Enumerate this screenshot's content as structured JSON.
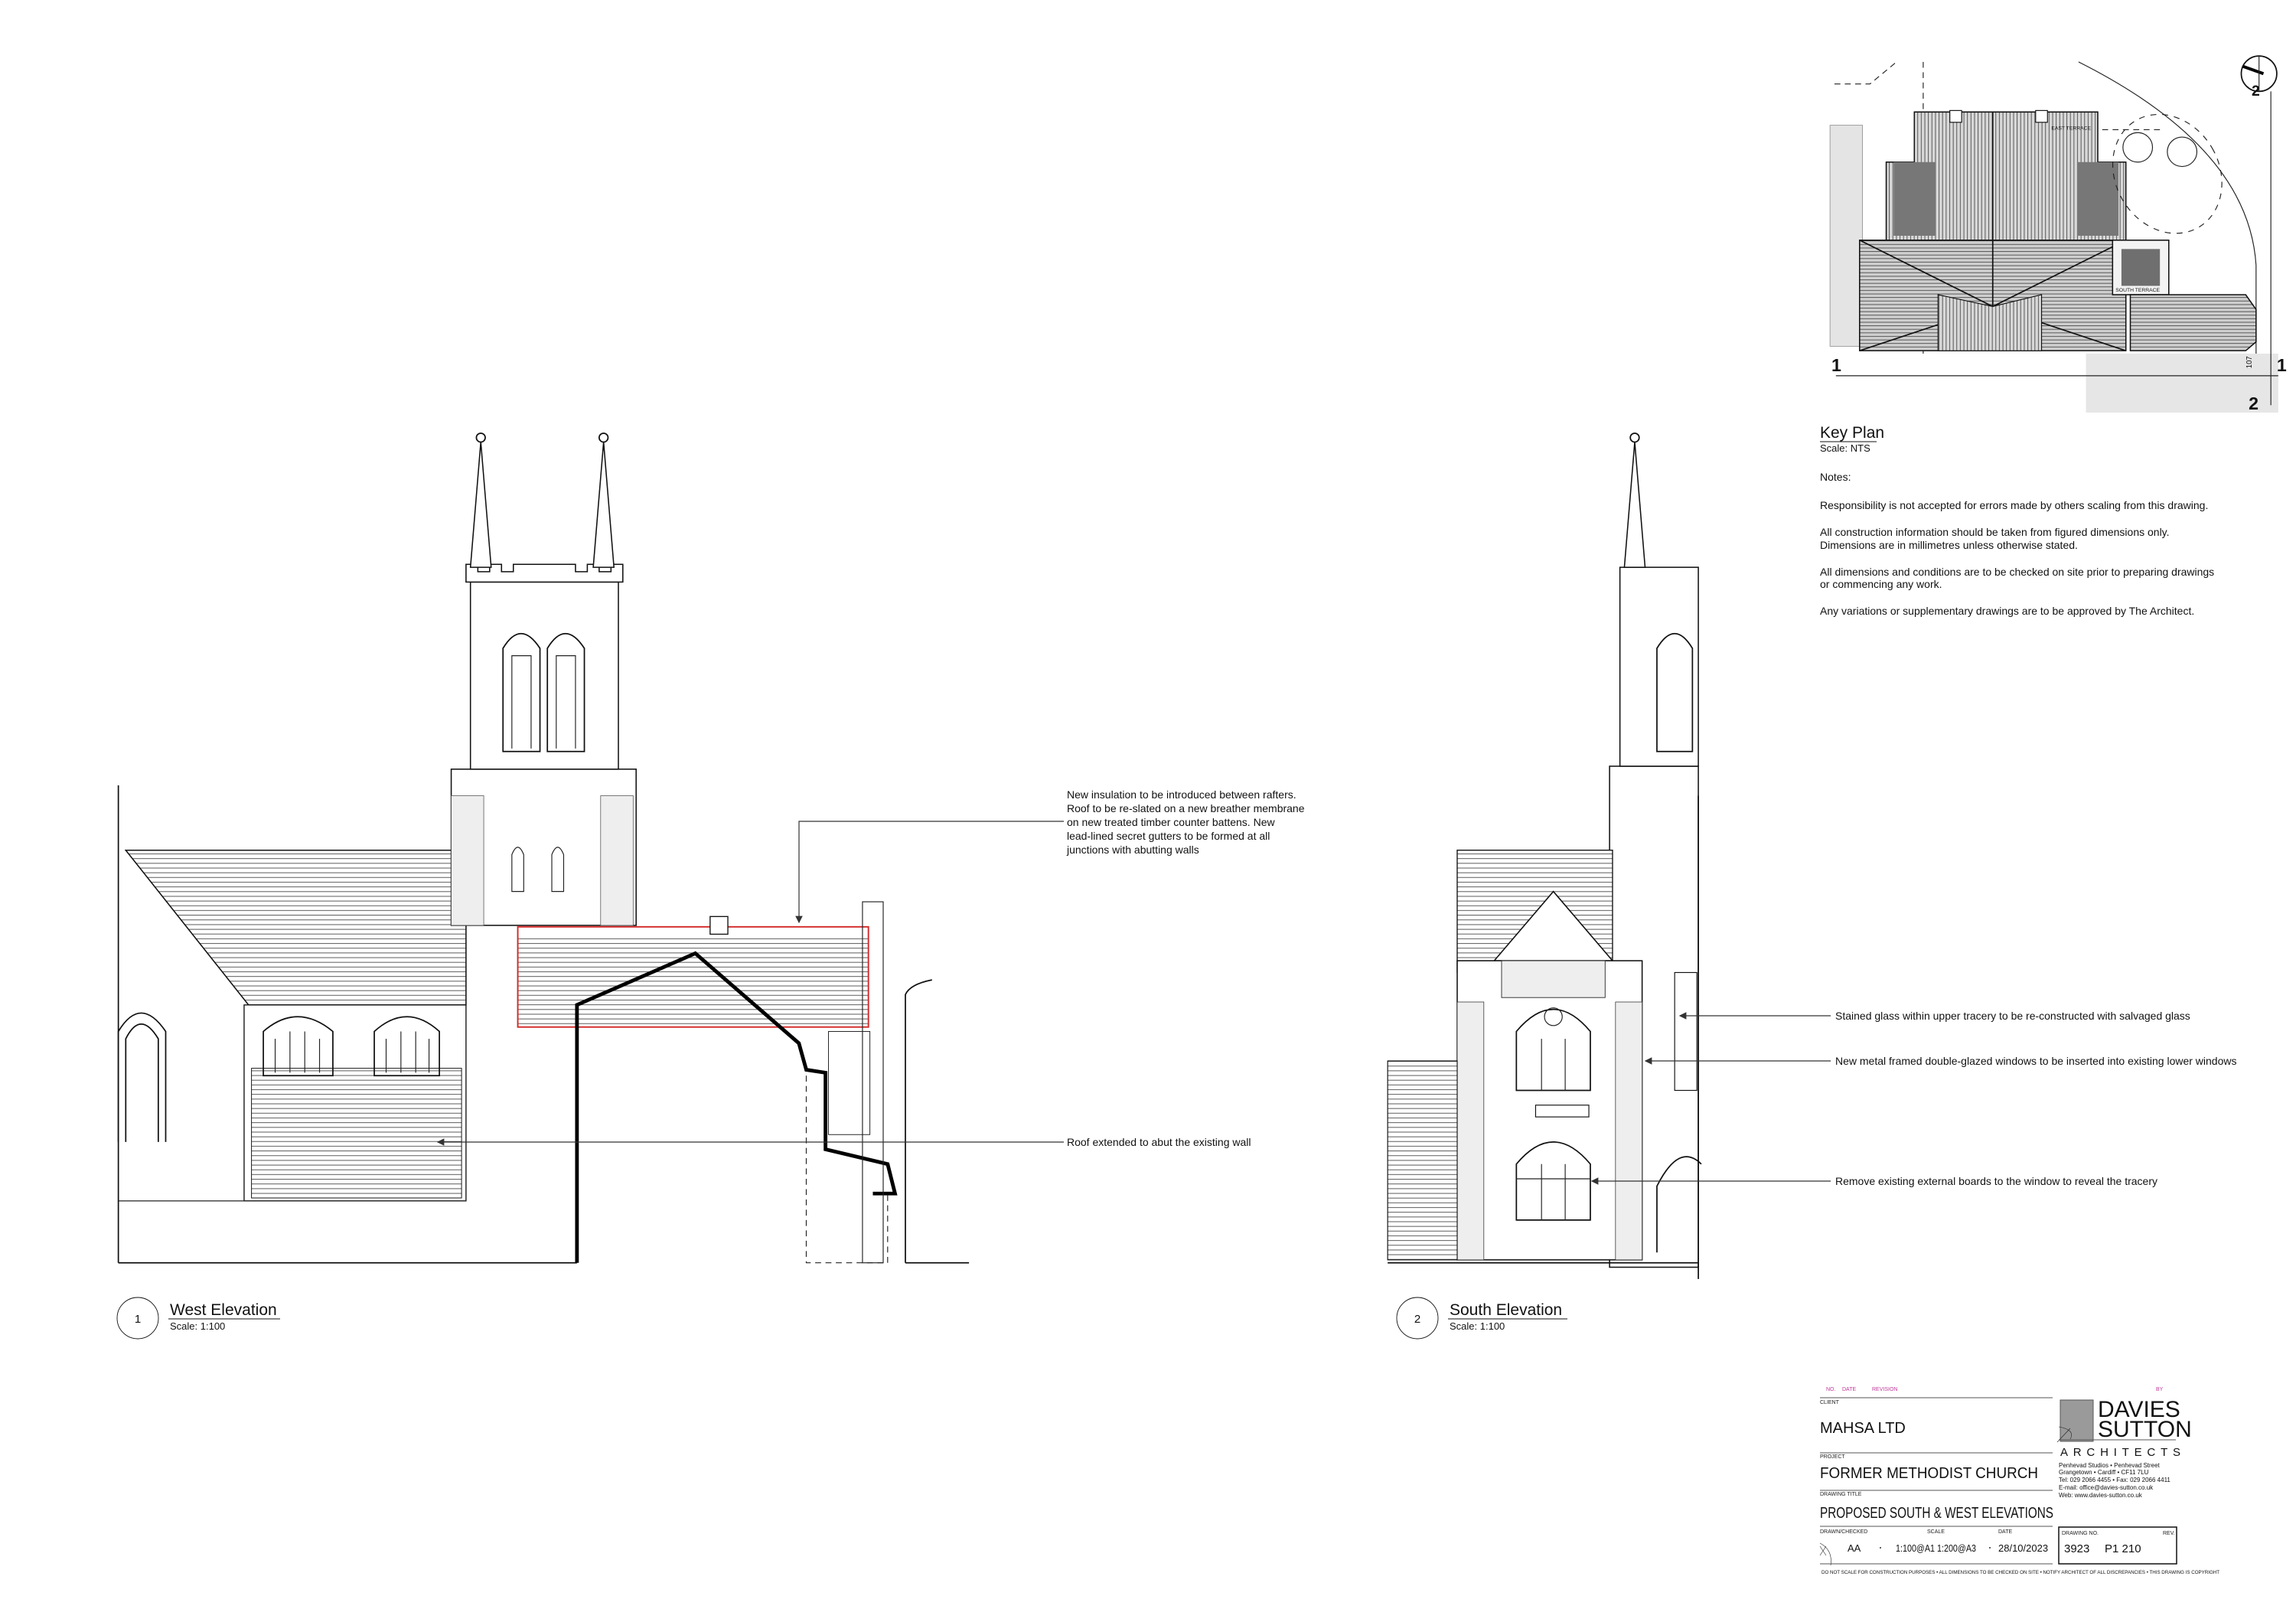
{
  "key_plan": {
    "title": "Key Plan",
    "scale": "Scale: NTS",
    "east_terrace": "EAST TERRACE",
    "south_terrace": "SOUTH TERRACE",
    "dimension": "107",
    "section_1": "1",
    "section_2": "2"
  },
  "notes": {
    "heading": "Notes:",
    "lines": [
      "Responsibility is not accepted for errors made by others scaling from this drawing.",
      "All construction information should be taken from figured dimensions only.",
      "Dimensions are in millimetres unless otherwise stated.",
      "All dimensions and conditions are to be checked on site prior to preparing drawings",
      "or commencing any work.",
      "Any variations or supplementary drawings are to be approved by The Architect."
    ]
  },
  "annotations": {
    "insulation": [
      "New insulation to be introduced between rafters.",
      "Roof to be re-slated on a new breather membrane",
      "on new treated timber counter battens. New",
      "lead-lined secret gutters to be formed at all",
      "junctions with abutting walls"
    ],
    "roof_extended": "Roof extended to abut the existing wall",
    "stained_glass": "Stained glass within upper tracery to be re-constructed with salvaged glass",
    "new_windows": "New metal framed double-glazed windows to be inserted into existing lower windows",
    "remove_boards": "Remove existing external boards to the window to reveal the tracery"
  },
  "views": [
    {
      "number": "1",
      "title": "West Elevation",
      "scale": "Scale: 1:100"
    },
    {
      "number": "2",
      "title": "South Elevation",
      "scale": "Scale: 1:100"
    }
  ],
  "title_block": {
    "revision_headers": {
      "no": "NO.",
      "date": "DATE",
      "revision": "REVISION",
      "by": "BY"
    },
    "client_label": "CLIENT",
    "client": "MAHSA LTD",
    "project_label": "PROJECT",
    "project": "FORMER METHODIST CHURCH",
    "drawing_title_label": "DRAWING TITLE",
    "drawing_title": "PROPOSED SOUTH & WEST ELEVATIONS",
    "drawn_label": "DRAWN/CHECKED",
    "drawn": "AA",
    "scale_label": "SCALE",
    "scale": "1:100@A1 1:200@A3",
    "date_label": "DATE",
    "date": "28/10/2023",
    "drawing_no_label": "DRAWING NO.",
    "rev_label": "REV.",
    "drawing_no": "3923",
    "drawing_ref": "P1 210",
    "footer": "DO NOT SCALE FOR CONSTRUCTION PURPOSES • ALL DIMENSIONS TO BE CHECKED ON SITE • NOTIFY ARCHITECT OF ALL DISCREPANCIES • THIS DRAWING IS COPYRIGHT",
    "firm": {
      "name_1": "DAVIES",
      "name_2": "SUTTON",
      "tagline": "ARCHITECTS",
      "address": [
        "Penhevad Studios • Penhevad Street",
        "Grangetown • Cardiff • CF11 7LU",
        "Tel: 029 2066 4455  • Fax: 029 2066 4411",
        "E-mail: office@davies-sutton.co.uk",
        "Web: www.davies-sutton.co.uk"
      ]
    }
  },
  "colors": {
    "accent_red": "#d42a2a",
    "revision_magenta": "#c0399a",
    "roof_grey": "#9a9a9a"
  }
}
